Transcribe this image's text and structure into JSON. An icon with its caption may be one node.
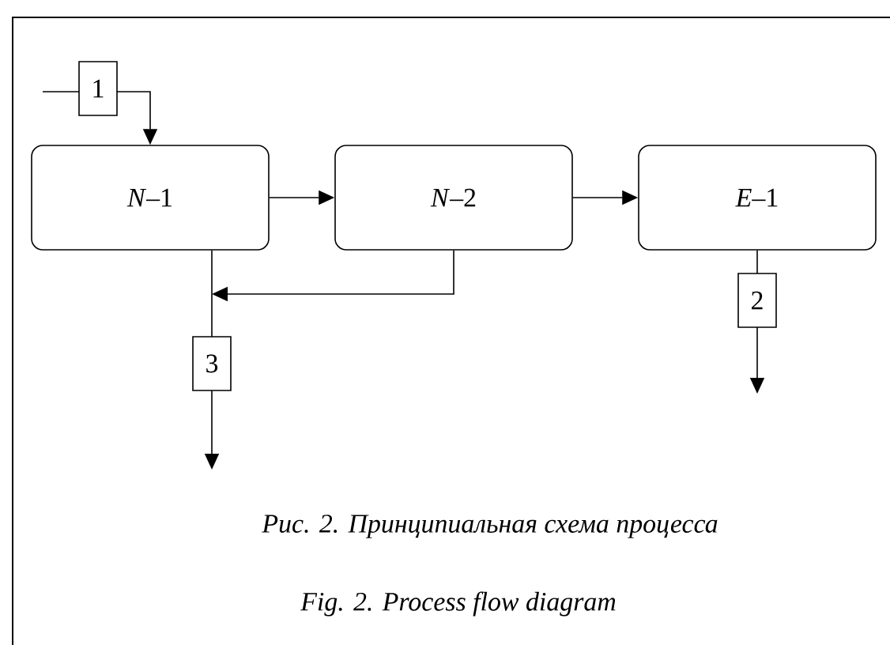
{
  "diagram": {
    "nodes": [
      {
        "text": [
          "*N*–1"
        ]
      },
      {
        "text": [
          "*N*–2"
        ]
      },
      {
        "text": [
          "*E*–1"
        ]
      }
    ],
    "edges": [
      {
        "from": null,
        "to": 0,
        "arrow": "to",
        "label": "1"
      },
      {
        "from": 0,
        "to": 1,
        "arrow": "to"
      },
      {
        "from": 1,
        "to": 2,
        "arrow": "to"
      },
      {
        "from": 0,
        "to": null,
        "arrow": "to",
        "label": "3"
      },
      {
        "from": 1,
        "to": null,
        "arrow": "to"
      },
      {
        "from": 2,
        "to": null,
        "arrow": "to",
        "label": "2"
      }
    ],
    "labels": [
      "Рис. 2. Принципиальная схема процесса",
      "Fig. 2. Process flow diagram"
    ]
  }
}
